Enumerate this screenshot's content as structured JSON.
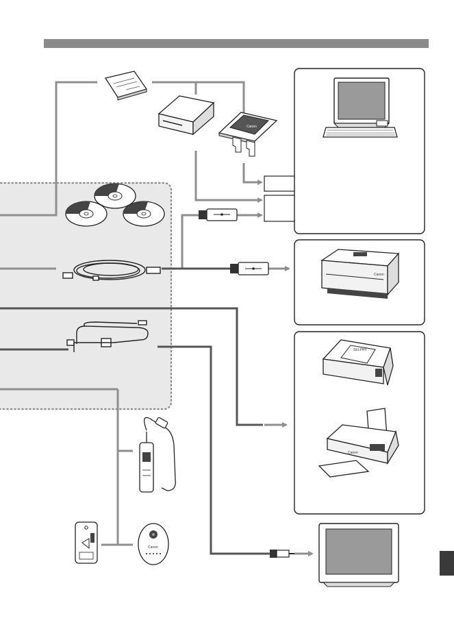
{
  "header_bar": {
    "color": "#8a8a8a"
  },
  "colors": {
    "line_gray": "#8f8f8f",
    "line_dark": "#555555",
    "panel_fill": "#e9e9e9",
    "box_stroke": "#222222",
    "index_tab": "#3a3a3a"
  },
  "devices": {
    "cf_card": {
      "icon": "cf-card-icon"
    },
    "card_reader": {
      "icon": "card-reader-icon"
    },
    "pc_card_adapter": {
      "icon": "pc-card-adapter-icon",
      "brand": "Canon"
    },
    "cd_roms": {
      "icon": "cd-rom-icon",
      "count": 3
    },
    "usb_cable": {
      "icon": "usb-cable-icon"
    },
    "video_cable": {
      "icon": "video-cable-icon"
    },
    "remote_switch": {
      "icon": "remote-switch-icon"
    },
    "remote_controller_a": {
      "icon": "remote-controller-icon"
    },
    "remote_controller_b": {
      "icon": "remote-controller-icon",
      "brand": "Canon"
    },
    "computer": {
      "icon": "computer-icon"
    },
    "printer_large": {
      "icon": "inkjet-printer-icon",
      "brand": "Canon"
    },
    "printer_compact": {
      "icon": "card-photo-printer-icon",
      "brand": "SELPHY"
    },
    "printer_bubble": {
      "icon": "bubble-jet-printer-icon",
      "brand": "Canon"
    },
    "tv": {
      "icon": "television-icon"
    }
  }
}
